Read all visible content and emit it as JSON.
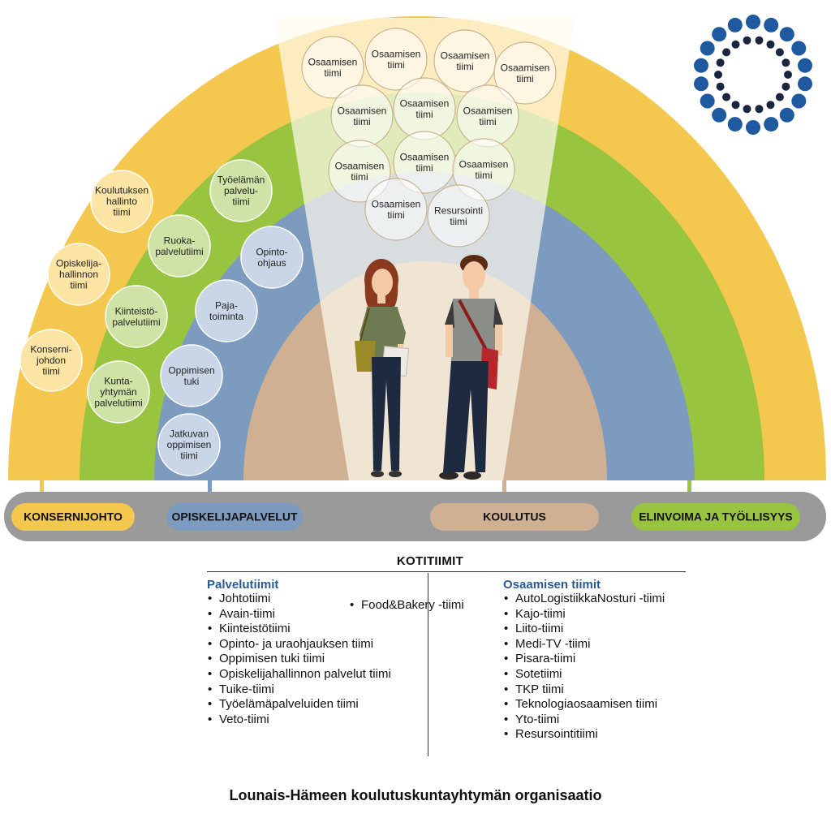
{
  "colors": {
    "yellow": "#f4c84f",
    "green": "#99c43f",
    "blue": "#7d9bbf",
    "tan": "#cfb092",
    "beam": "#faf0d8",
    "bar": "#9a9a9a",
    "logo_outer": "#1f5aa0",
    "logo_inner": "#1a2540",
    "heading_blue": "#2b5a93"
  },
  "circles": {
    "konsernijohto": [
      "Koulutuksen hallinto tiimi",
      "Opiskelija-hallinnon tiimi",
      "Konserni-johdon tiimi"
    ],
    "elinvoima": [
      "Työelämän palvelu-tiimi",
      "Ruoka-palvelutiimi",
      "Kiinteistö-palvelutiimi",
      "Kunta-yhtymän palvelutiimi"
    ],
    "opiskelijapalvelut": [
      "Opinto-ohjaus",
      "Paja-toiminta",
      "Oppimisen tuki",
      "Jatkuvan oppimisen tiimi"
    ],
    "koulutus": [
      "Osaamisen tiimi",
      "Osaamisen tiimi",
      "Osaamisen tiimi",
      "Osaamisen tiimi",
      "Osaamisen tiimi",
      "Osaamisen tiimi",
      "Osaamisen tiimi",
      "Osaamisen tiimi",
      "Osaamisen tiimi",
      "Osaamisen tiimi",
      "Osaamisen tiimi",
      "Resursointi tiimi"
    ]
  },
  "pills": {
    "konsernijohto": "KONSERNIJOHTO",
    "opiskelijapalvelut": "OPISKELIJAPALVELUT",
    "koulutus": "KOULUTUS",
    "elinvoima": "ELINVOIMA JA TYÖLLISYYS"
  },
  "legend": {
    "heading": "KOTITIIMIT",
    "left_title": "Palvelutiimit",
    "left_items": [
      "Johtotiimi",
      "Avain-tiimi",
      "Kiinteistötiimi",
      "Opinto- ja uraohjauksen tiimi",
      "Oppimisen tuki tiimi",
      "Opiskelijahallinnon palvelut tiimi",
      "Tuike-tiimi",
      "Työelämäpalveluiden tiimi",
      "Veto-tiimi"
    ],
    "extra_item": "Food&Bakery -tiimi",
    "right_title": "Osaamisen tiimit",
    "right_items": [
      "AutoLogistiikkaNosturi -tiimi",
      "Kajo-tiimi",
      "Liito-tiimi",
      "Medi-TV -tiimi",
      "Pisara-tiimi",
      "Sotetiimi",
      "TKP tiimi",
      "Teknologiaosaamisen tiimi",
      "Yto-tiimi",
      "Resursointitiimi"
    ]
  },
  "caption": "Lounais-Hämeen koulutuskuntayhtymän organisaatio"
}
